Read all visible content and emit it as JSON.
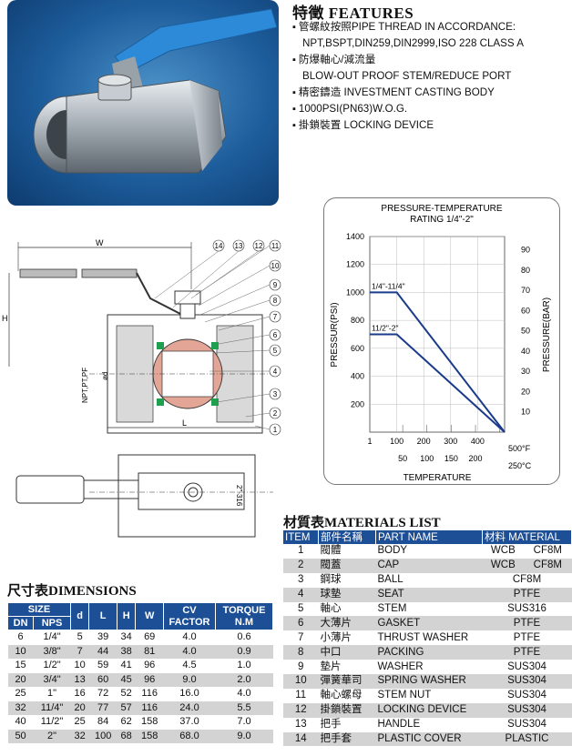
{
  "features": {
    "title": "特徵 FEATURES",
    "items": [
      {
        "bullet": "▪",
        "text": "管螺紋按照PIPE THREAD IN ACCORDANCE:"
      },
      {
        "bullet": "",
        "text": "NPT,BSPT,DIN259,DIN2999,ISO 228 CLASS A"
      },
      {
        "bullet": "▪",
        "text": "防爆軸心/減流量"
      },
      {
        "bullet": "",
        "text": "BLOW-OUT PROOF STEM/REDUCE PORT"
      },
      {
        "bullet": "▪",
        "text": "精密鑄造 INVESTMENT CASTING BODY"
      },
      {
        "bullet": "▪",
        "text": "1000PSI(PN63)W.O.G."
      },
      {
        "bullet": "▪",
        "text": "掛鎖裝置 LOCKING DEVICE"
      }
    ]
  },
  "diagram": {
    "labels": {
      "w": "W",
      "h": "H",
      "thread": "NPT,PT,PF",
      "d": "ød",
      "l": "L",
      "size_mark": "2\"-316"
    },
    "callouts": [
      "14",
      "13",
      "12",
      "11",
      "10",
      "9",
      "8",
      "7",
      "6",
      "5",
      "4",
      "3",
      "2",
      "1"
    ]
  },
  "chart_data": {
    "type": "line",
    "title": "PRESSURE-TEMPERATURE",
    "subtitle": "RATING 1/4\"-2\"",
    "ylabel": "PRESSUR(PSI)",
    "ylabel_right": "PRESSURE(BAR)",
    "xlabel": "TEMPERATURE",
    "xunit_top": "500°F",
    "xunit_bottom": "250°C",
    "yticks_psi": [
      200,
      400,
      600,
      800,
      1000,
      1200,
      1400
    ],
    "yticks_bar": [
      10,
      20,
      30,
      40,
      50,
      60,
      70,
      80,
      90
    ],
    "xticks_f": [
      1,
      100,
      200,
      300,
      400
    ],
    "xticks_c": [
      50,
      100,
      150,
      200
    ],
    "ylim_psi": [
      0,
      1400
    ],
    "xlim_f": [
      0,
      500
    ],
    "series": [
      {
        "name": "1/4\"-11/4\"",
        "x": [
          0,
          100,
          500
        ],
        "y": [
          1000,
          1000,
          0
        ]
      },
      {
        "name": "11/2\"-2\"",
        "x": [
          0,
          100,
          500
        ],
        "y": [
          700,
          700,
          0
        ]
      }
    ]
  },
  "materials": {
    "title": "材質表MATERIALS LIST",
    "headers": {
      "item": "ITEM",
      "part_cn": "部件名稱",
      "part_en": "PART NAME",
      "material": "材料 MATERIAL"
    },
    "rows": [
      {
        "item": "1",
        "cn": "閥體",
        "en": "BODY",
        "m1": "WCB",
        "m2": "CF8M"
      },
      {
        "item": "2",
        "cn": "閥蓋",
        "en": "CAP",
        "m1": "WCB",
        "m2": "CF8M"
      },
      {
        "item": "3",
        "cn": "鋼球",
        "en": "BALL",
        "m1": "CF8M",
        "m2": ""
      },
      {
        "item": "4",
        "cn": "球墊",
        "en": "SEAT",
        "m1": "PTFE",
        "m2": ""
      },
      {
        "item": "5",
        "cn": "軸心",
        "en": "STEM",
        "m1": "SUS316",
        "m2": ""
      },
      {
        "item": "6",
        "cn": "大薄片",
        "en": "GASKET",
        "m1": "PTFE",
        "m2": ""
      },
      {
        "item": "7",
        "cn": "小薄片",
        "en": "THRUST WASHER",
        "m1": "PTFE",
        "m2": ""
      },
      {
        "item": "8",
        "cn": "中口",
        "en": "PACKING",
        "m1": "PTFE",
        "m2": ""
      },
      {
        "item": "9",
        "cn": "墊片",
        "en": "WASHER",
        "m1": "SUS304",
        "m2": ""
      },
      {
        "item": "10",
        "cn": "彈簧華司",
        "en": "SPRING WASHER",
        "m1": "SUS304",
        "m2": ""
      },
      {
        "item": "11",
        "cn": "軸心螺母",
        "en": "STEM NUT",
        "m1": "SUS304",
        "m2": ""
      },
      {
        "item": "12",
        "cn": "掛鎖裝置",
        "en": "LOCKING DEVICE",
        "m1": "SUS304",
        "m2": ""
      },
      {
        "item": "13",
        "cn": "把手",
        "en": "HANDLE",
        "m1": "SUS304",
        "m2": ""
      },
      {
        "item": "14",
        "cn": "把手套",
        "en": "PLASTIC COVER",
        "m1": "PLASTIC",
        "m2": ""
      }
    ]
  },
  "dimensions": {
    "title": "尺寸表DIMENSIONS",
    "headers": {
      "size": "SIZE",
      "dn": "DN",
      "nps": "NPS",
      "d": "d",
      "l": "L",
      "h": "H",
      "w": "W",
      "cv": "CV FACTOR",
      "torque": "TORQUE N.M"
    },
    "rows": [
      {
        "dn": "6",
        "nps": "1/4\"",
        "d": "5",
        "l": "39",
        "h": "34",
        "w": "69",
        "cv": "4.0",
        "torque": "0.6"
      },
      {
        "dn": "10",
        "nps": "3/8\"",
        "d": "7",
        "l": "44",
        "h": "38",
        "w": "81",
        "cv": "4.0",
        "torque": "0.9"
      },
      {
        "dn": "15",
        "nps": "1/2\"",
        "d": "10",
        "l": "59",
        "h": "41",
        "w": "96",
        "cv": "4.5",
        "torque": "1.0"
      },
      {
        "dn": "20",
        "nps": "3/4\"",
        "d": "13",
        "l": "60",
        "h": "45",
        "w": "96",
        "cv": "9.0",
        "torque": "2.0"
      },
      {
        "dn": "25",
        "nps": "1\"",
        "d": "16",
        "l": "72",
        "h": "52",
        "w": "116",
        "cv": "16.0",
        "torque": "4.0"
      },
      {
        "dn": "32",
        "nps": "11/4\"",
        "d": "20",
        "l": "77",
        "h": "57",
        "w": "116",
        "cv": "24.0",
        "torque": "5.5"
      },
      {
        "dn": "40",
        "nps": "11/2\"",
        "d": "25",
        "l": "84",
        "h": "62",
        "w": "158",
        "cv": "37.0",
        "torque": "7.0"
      },
      {
        "dn": "50",
        "nps": "2\"",
        "d": "32",
        "l": "100",
        "h": "68",
        "w": "158",
        "cv": "68.0",
        "torque": "9.0"
      }
    ]
  },
  "colors": {
    "header_blue": "#1d4f96",
    "line_blue": "#1a3a8a",
    "handle_blue": "#2d8ad8",
    "seat_green": "#1fa050",
    "row_gray": "#d3d3d3"
  }
}
